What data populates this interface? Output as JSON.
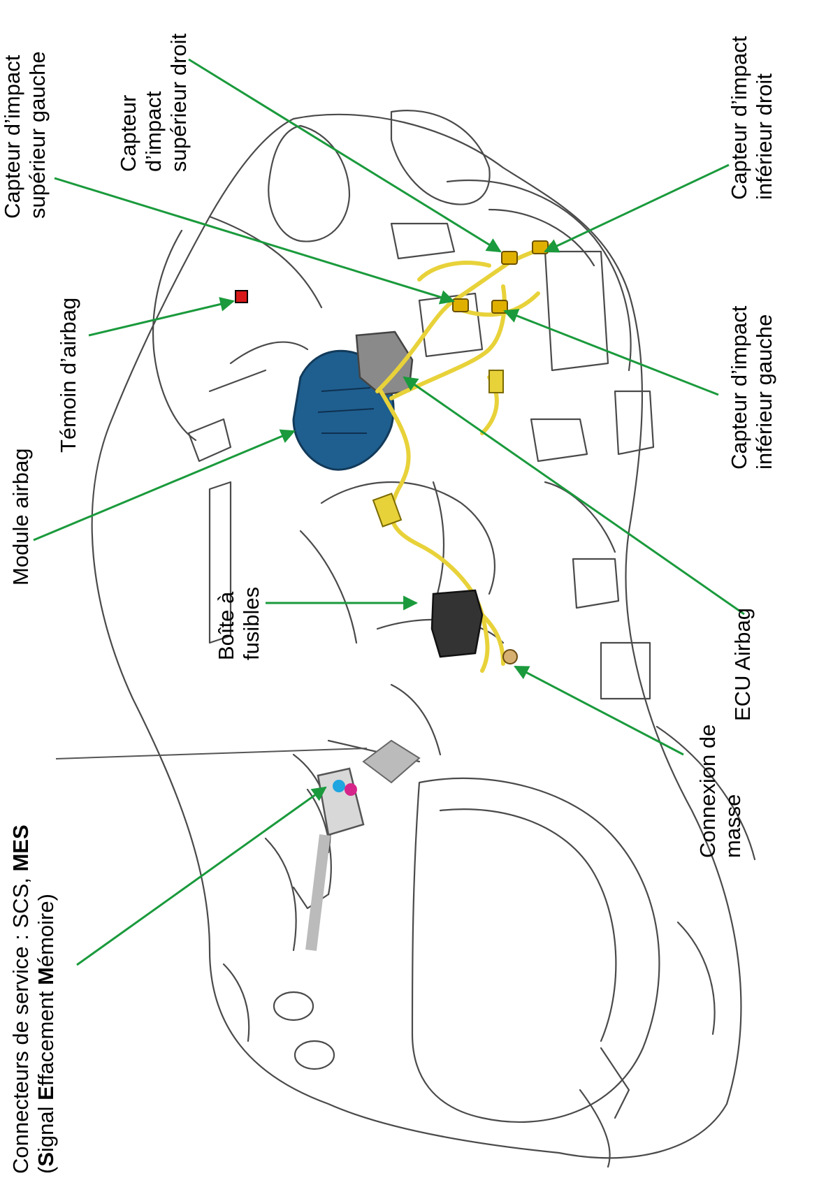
{
  "labels": {
    "upper_left": [
      "Capteur d’impact",
      "supérieur gauche"
    ],
    "upper_right": [
      "Capteur",
      "d’impact",
      "supérieur droit"
    ],
    "lower_right": [
      "Capteur d’impact",
      "inférieur droit"
    ],
    "lower_left": [
      "Capteur d’impact",
      "inférieur gauche"
    ],
    "warning_light": "Témoin d’airbag",
    "airbag_module": "Module airbag",
    "fuse_box": [
      "Boîte à",
      "fusibles"
    ],
    "ecu": "ECU Airbag",
    "ground": [
      "Connexion de",
      "masse"
    ],
    "service_line1": "Connecteurs de service : SCS, ",
    "service_line1_bold": "MES",
    "service_line2": {
      "open": "(",
      "s_bold": "S",
      "s_rest": "ignal ",
      "e_bold": "E",
      "e_rest": "ffacement ",
      "m_bold": "M",
      "m_rest": "émoire)"
    }
  },
  "colors": {
    "leader": "#1a9a3c",
    "harness": "#e8d23a",
    "module": "#1f5f8f",
    "ecu": "#8a8a8a",
    "indicator": "#d81818",
    "outline": "#4a4a4a"
  }
}
